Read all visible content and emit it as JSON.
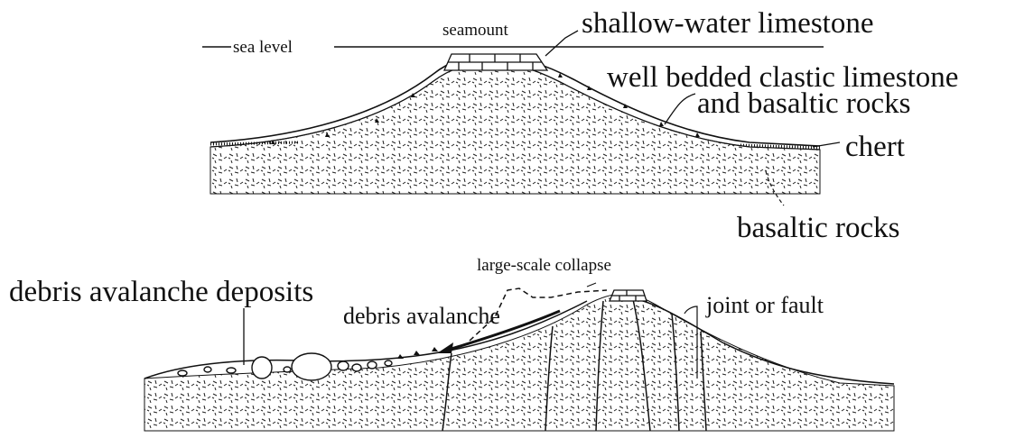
{
  "top_panel": {
    "labels": {
      "seamount": "seamount",
      "sea_level": "sea level",
      "shallow_water_limestone": "shallow-water limestone",
      "bedded_line1": "well bedded clastic limestone",
      "bedded_line2": "and basaltic rocks",
      "chert": "chert",
      "basaltic_rocks": "basaltic rocks"
    }
  },
  "bottom_panel": {
    "labels": {
      "large_scale_collapse": "large-scale collapse",
      "debris_avalanche_deposits": "debris avalanche deposits",
      "debris_avalanche": "debris avalanche",
      "joint_or_fault": "joint or fault"
    }
  },
  "colors": {
    "ink": "#111111",
    "background": "#ffffff"
  }
}
